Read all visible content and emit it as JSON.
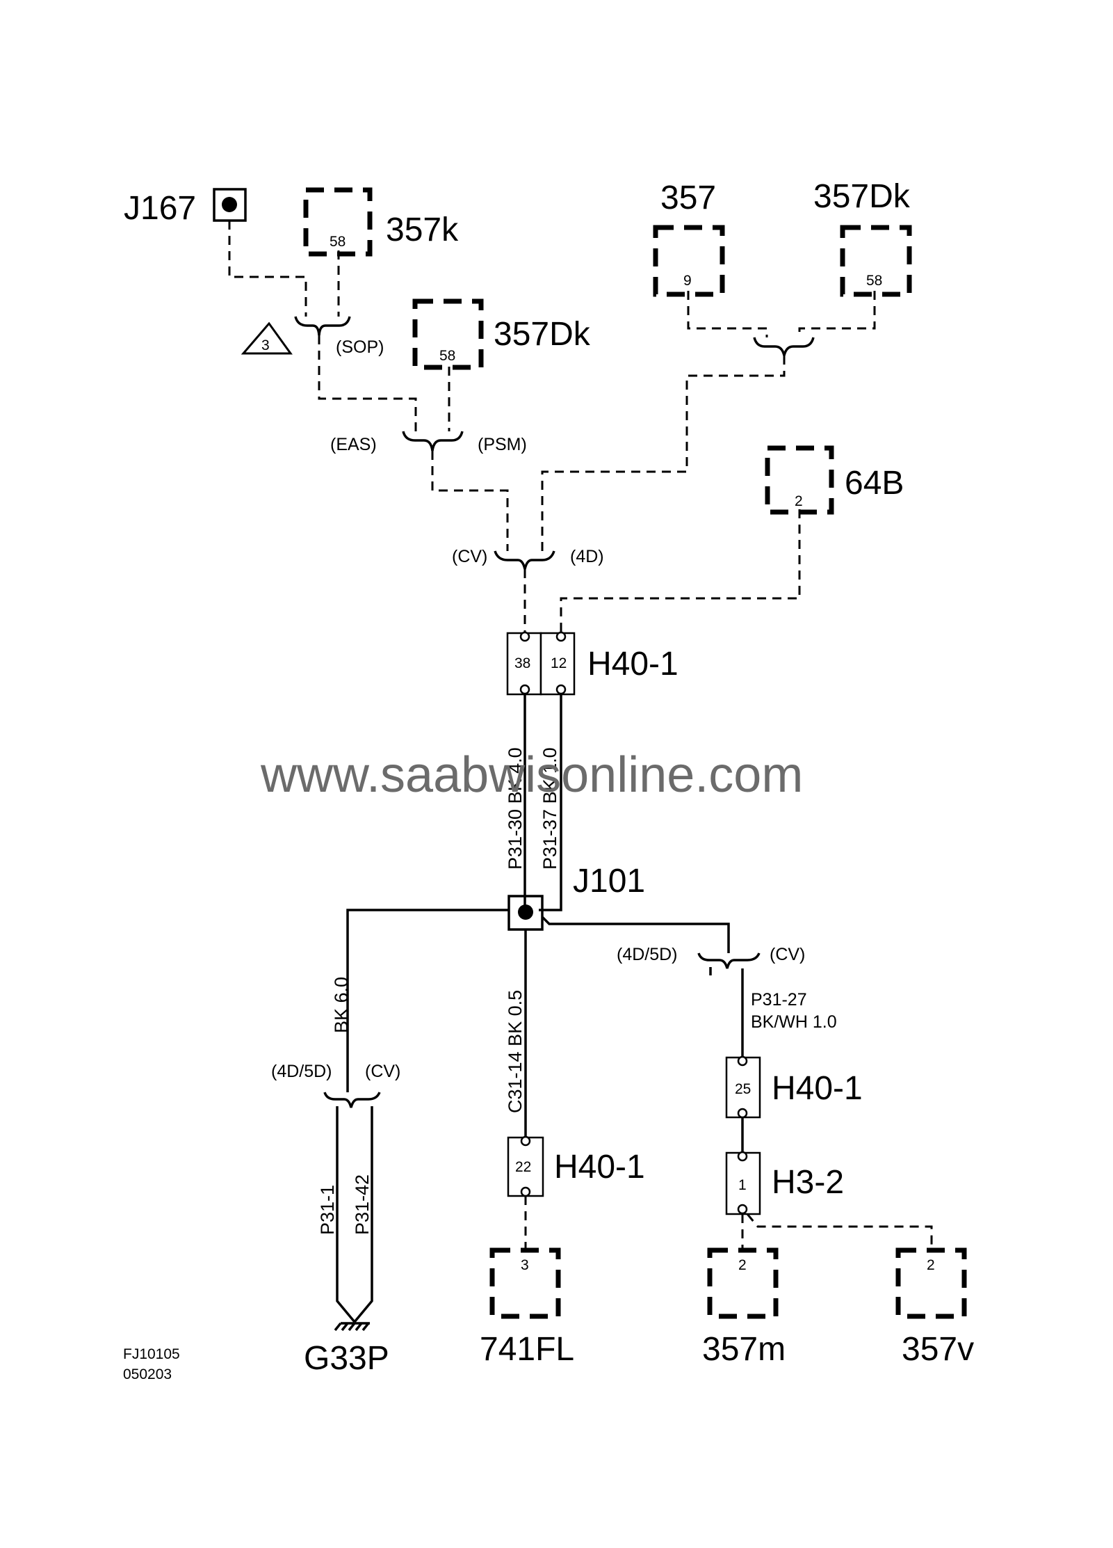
{
  "components": {
    "j167": "J167",
    "c357k": "357k",
    "c357k_pin": "58",
    "c357dk_left": "357Dk",
    "c357dk_left_pin": "58",
    "c357": "357",
    "c357_pin": "9",
    "c357dk_right": "357Dk",
    "c357dk_right_pin": "58",
    "c64b": "64B",
    "c64b_pin": "2",
    "h40_1_top": "H40-1",
    "h40_1_top_pin_a": "38",
    "h40_1_top_pin_b": "12",
    "j101": "J101",
    "h40_1_mid": "H40-1",
    "h40_1_mid_pin": "22",
    "h40_1_right": "H40-1",
    "h40_1_right_pin": "25",
    "h3_2": "H3-2",
    "h3_2_pin": "1",
    "g33p": "G33P",
    "c741fl": "741FL",
    "c741fl_pin": "3",
    "c357m": "357m",
    "c357m_pin": "2",
    "c357v": "357v",
    "c357v_pin": "2",
    "note_triangle": "3"
  },
  "variants": {
    "sop": "(SOP)",
    "eas": "(EAS)",
    "psm": "(PSM)",
    "cv_top": "(CV)",
    "d4_top": "(4D)",
    "d45_right": "(4D/5D)",
    "cv_right": "(CV)",
    "d45_left": "(4D/5D)",
    "cv_left": "(CV)"
  },
  "wires": {
    "p31_30": "P31-30  BK  4.0",
    "p31_37": "P31-37  BK  1.0",
    "bk60": "BK  6.0",
    "c31_14": "C31-14  BK  0.5",
    "p31_27": "P31-27",
    "bkwh": "BK/WH 1.0",
    "p31_1": "P31-1",
    "p31_42": "P31-42"
  },
  "footer": {
    "code": "FJ10105",
    "date": "050203"
  },
  "watermark": "www.saabwisonline.com"
}
